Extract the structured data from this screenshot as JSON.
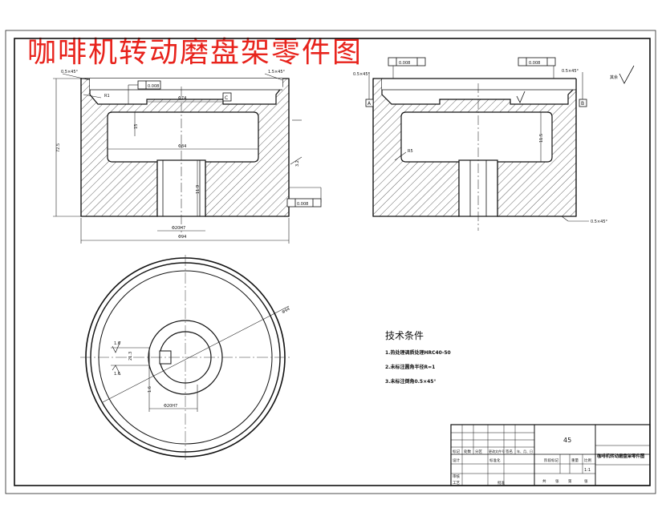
{
  "title": "咖啡机转动磨盘架零件图",
  "tech_requirements": {
    "heading": "技术条件",
    "items": [
      "1.热处理调质处理HRC40-50",
      "2.未标注圆角半径R=1",
      "3.未标注倒角0.5×45°"
    ]
  },
  "title_block": {
    "material": "45",
    "part_name": "咖啡机转动磨盘架零件图",
    "scale": "1:1",
    "cells": [
      "标记",
      "处数",
      "分区",
      "更改文件号",
      "签名",
      "年、月、日",
      "设计",
      "标准化",
      "审核",
      "工艺",
      "批准",
      "阶段标记",
      "重量",
      "比例",
      "共",
      "张",
      "第",
      "张"
    ]
  },
  "dims": {
    "left_top_chamfer": "0.5×45°",
    "right_top_chamfer": "1.5×45°",
    "r1": "R1",
    "flatness": "0.008",
    "flatness_datum": "C",
    "width_inner": "Φ74",
    "width_mid": "Φ84",
    "width_outer": "Φ94",
    "height_total": "72.5",
    "depth": "15",
    "bore_len": "11.9",
    "bore_dia": "Φ20H7",
    "rough": "3.2",
    "position_tol": "0.008",
    "right_tol1": "0.008",
    "right_tol2": "0.008",
    "right_datum_a": "A",
    "right_datum_b": "B",
    "right_chamfer_l": "0.5×45°",
    "right_chamfer_r": "0.5×45°",
    "right_dim_h": "11.5",
    "right_r": "R5",
    "bottom_chamfer": "0.5×45°",
    "other_rough": "其余",
    "circle_dia": "Φ94",
    "keyway": "21.3",
    "key_w": "Φ20H7",
    "rough_1": "1.6",
    "rough_2": "1.6",
    "rough_3": "1.6"
  }
}
